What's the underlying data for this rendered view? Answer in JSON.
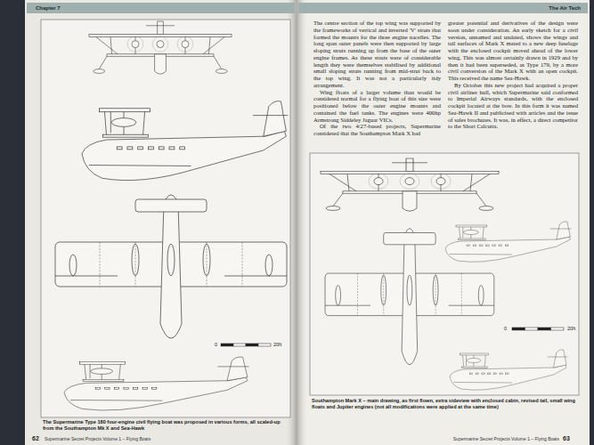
{
  "diagram": {
    "labels": [
      "Chapter 7",
      "The Air Tech",
      "The centre section of the top wing was supported by the frameworks of vertical and inverted 'V' struts that formed the mounts for the three engine nacelles. The long span outer panels were then supported by large sloping struts running up from the base of the outer engine frames. As these struts were of considerable length they were themselves stabilised by additional small sloping struts running from mid-strut back to the top wing. It was not a particularly tidy arrangement.",
      "Wing floats of a larger volume than would be considered normal for a flying boat of this size were positioned below the outer engine mounts and contained the fuel tanks. The engines were 400hp Armstrong Siddeley Jaguar VICs.",
      "Of the two 4/27-based projects, Supermarine considered that the Southampton Mark X had",
      "greater potential and derivatives of the design were soon under consideration. An early sketch for a civil version, unnamed and undated, shows the wings and tail surfaces of Mark X mated to a new deep fuselage with the enclosed cockpit moved ahead of the lower wing. This was almost certainly drawn in 1929 and by then it had been superseded, as Type 179, by a more civil conversion of the Mark X with an open cockpit. This received the name Sea-Hawk.",
      "By October this new project had acquired a proper civil airliner hull, which Supermarine said conformed to Imperial Airways standards, with the enclosed cockpit located at the bow. In this form it was named Sea-Hawk II and publicised with articles and the issue of sales brochures. It was, in effect, a direct competitor to the Short Calcutta.",
      "0",
      "20ft",
      "The Supermarine Type 180 four-engine civil flying boat was proposed in various forms, all scaled-up from the Southampton Mk X and Sea-Hawk",
      "62",
      "Supermarine Secret Projects Volume 1 – Flying Boats",
      "0",
      "20ft",
      "Southampton Mark X – main drawing, as first flown, extra sideview with enclosed cabin, revised tail, small wing floats and Jupiter engines (not all modifications were applied at the same time)",
      "Supermarine Secret Projects Volume 1 – Flying Boats",
      "63"
    ]
  }
}
